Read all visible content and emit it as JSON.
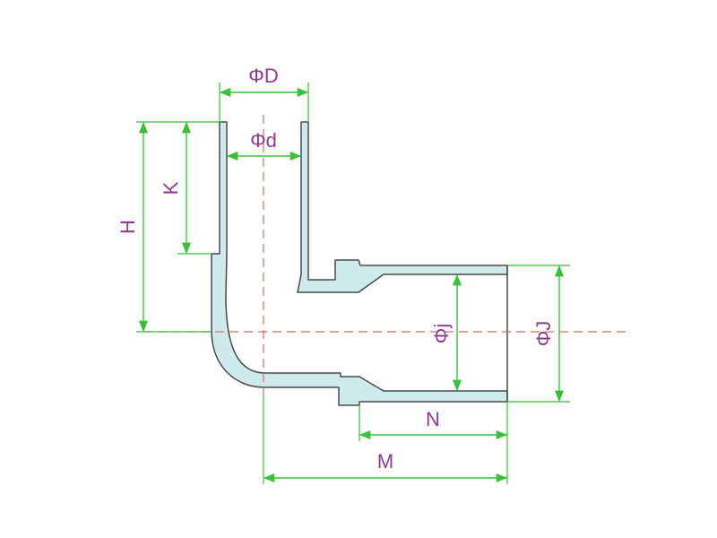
{
  "labels": {
    "outer_diameter": "ΦD",
    "inner_diameter": "Φd",
    "socket_depth": "K",
    "height": "H",
    "inner_diameter_j": "Φj",
    "outer_diameter_j": "ΦJ",
    "length_n": "N",
    "length_m": "M"
  },
  "colors": {
    "pipe_wall": "#cfeaec",
    "outline": "#4a4a4a",
    "dimension": "#3bbf3b",
    "centerline": "#e06868",
    "label": "#8e3a8f"
  }
}
